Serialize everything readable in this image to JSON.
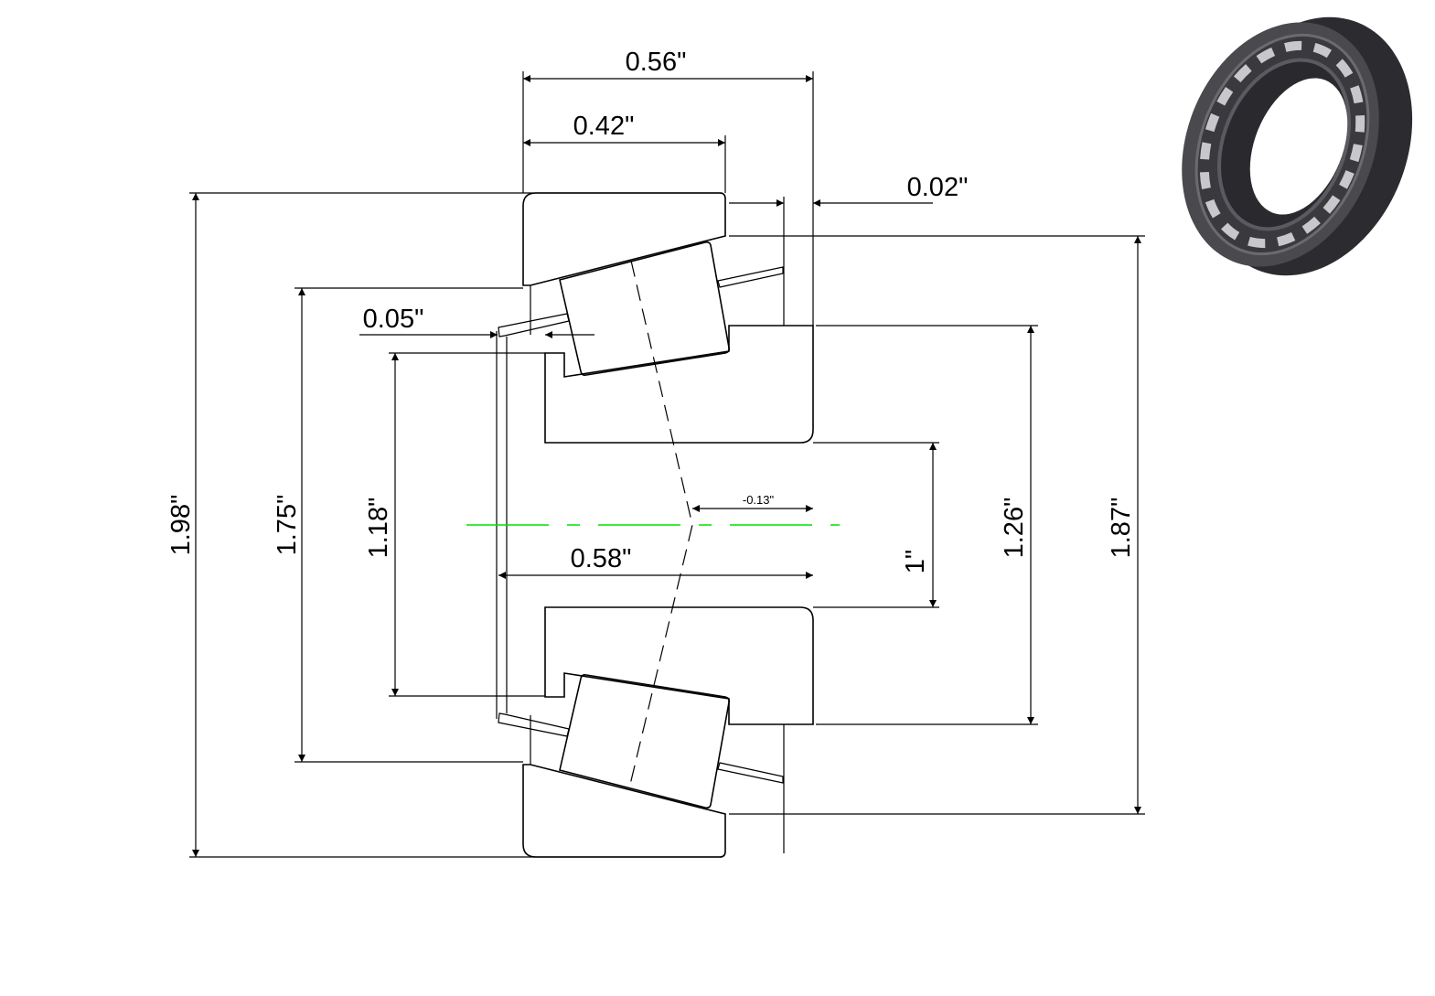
{
  "dimensions": {
    "width_total": "0.56\"",
    "cup_width": "0.42\"",
    "offset_small": "0.02\"",
    "outer_diameter": "1.98\"",
    "cup_small_diameter": "1.75\"",
    "cone_rib_diameter": "1.18\"",
    "cage_offset": "0.05\"",
    "cone_width": "0.58\"",
    "pressure_center": "-0.13\"",
    "bore": "1\"",
    "cone_back_diameter": "1.26\"",
    "cup_back_diameter": "1.87\""
  },
  "colors": {
    "centerline": "#00e000",
    "hatch": "#000000"
  },
  "preview_icon": "tapered-roller-bearing-3d"
}
